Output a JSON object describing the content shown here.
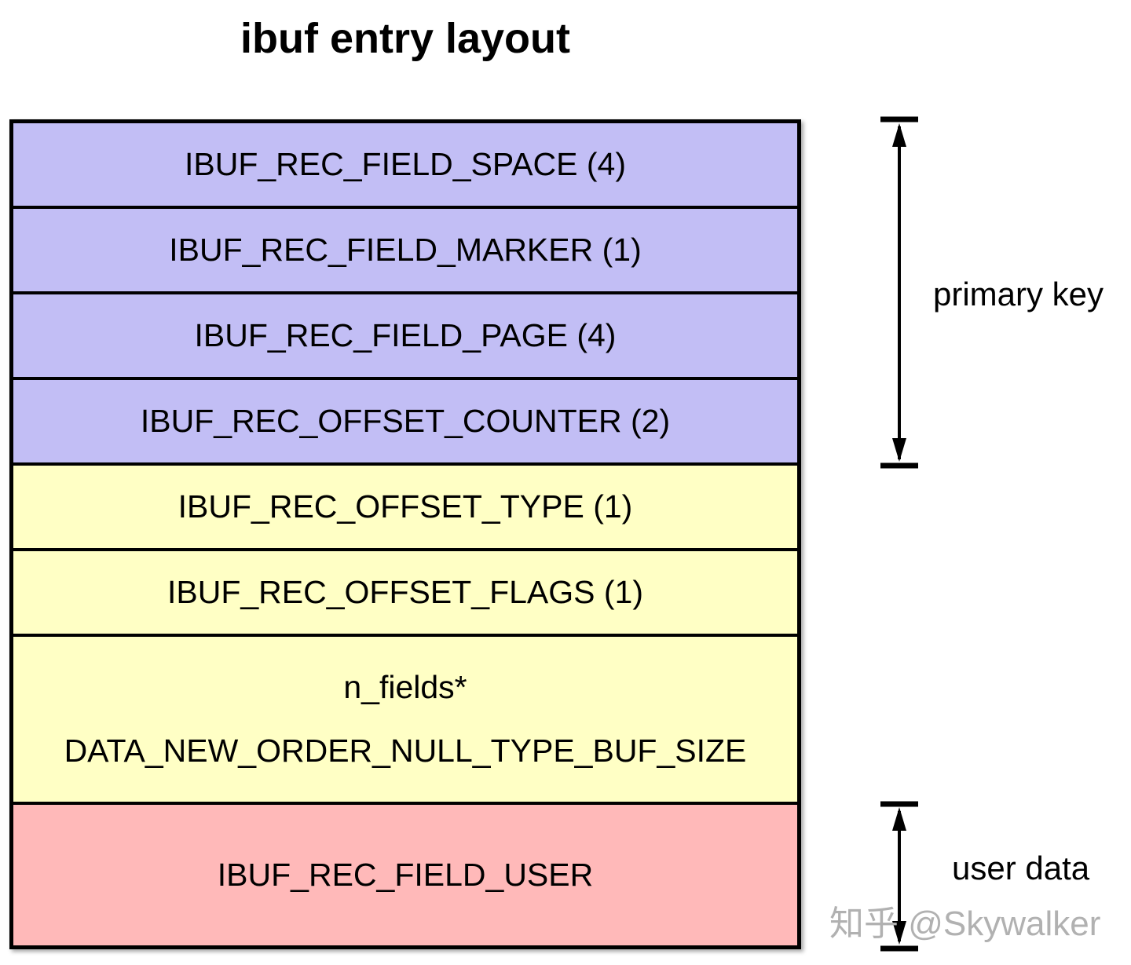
{
  "title": "ibuf entry layout",
  "colors": {
    "primary-key-fill": "#c2bef5",
    "metadata-fill": "#ffffc5",
    "user-data-fill": "#ffb9b9",
    "border": "#000000",
    "watermark": "#b1b1b1"
  },
  "rows": [
    {
      "label": "IBUF_REC_FIELD_SPACE (4)",
      "section": "primary key"
    },
    {
      "label": "IBUF_REC_FIELD_MARKER (1)",
      "section": "primary key"
    },
    {
      "label": "IBUF_REC_FIELD_PAGE (4)",
      "section": "primary key"
    },
    {
      "label": "IBUF_REC_OFFSET_COUNTER (2)",
      "section": "primary key"
    },
    {
      "label": "IBUF_REC_OFFSET_TYPE (1)",
      "section": "metadata"
    },
    {
      "label": "IBUF_REC_OFFSET_FLAGS (1)",
      "section": "metadata"
    },
    {
      "label_line1": "n_fields*",
      "label_line2": "DATA_NEW_ORDER_NULL_TYPE_BUF_SIZE",
      "section": "metadata"
    },
    {
      "label": "IBUF_REC_FIELD_USER",
      "section": "user data"
    }
  ],
  "annotations": {
    "primary_key_label": "primary key",
    "user_data_label": "user data"
  },
  "watermark": {
    "text": "知乎 @Skywalker"
  }
}
